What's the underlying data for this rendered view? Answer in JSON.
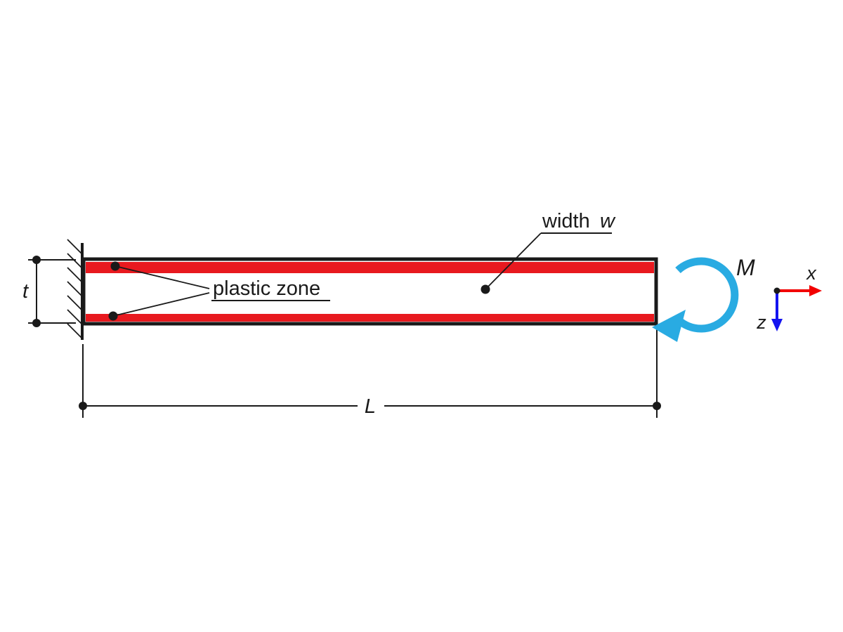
{
  "diagram": {
    "labels": {
      "plastic_zone": "plastic zone",
      "width_text": "width",
      "width_symbol": "w",
      "thickness_symbol": "t",
      "length_symbol": "L",
      "moment_symbol": "M",
      "axis_x": "x",
      "axis_z": "z"
    },
    "colors": {
      "background": "#ffffff",
      "outline": "#1a1a1a",
      "plastic_zone_fill": "#e8191f",
      "moment_arrow": "#29abe2",
      "axis_x": "#f20000",
      "axis_z": "#1414f0"
    }
  }
}
